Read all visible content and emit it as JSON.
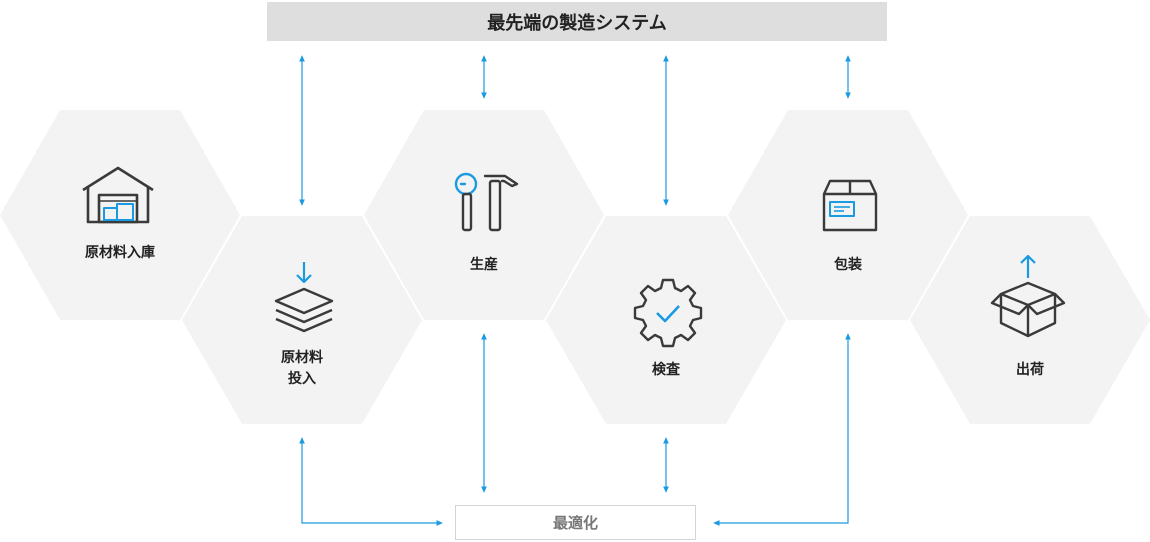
{
  "header": {
    "title": "最先端の製造システム"
  },
  "footer": {
    "label": "最適化"
  },
  "steps": [
    {
      "label": "原材料入庫",
      "icon": "warehouse-icon"
    },
    {
      "label": "原材料",
      "label2": "投入",
      "icon": "layers-down-icon"
    },
    {
      "label": "生産",
      "icon": "tools-icon"
    },
    {
      "label": "検査",
      "icon": "gear-check-icon"
    },
    {
      "label": "包装",
      "icon": "package-icon"
    },
    {
      "label": "出荷",
      "icon": "box-up-icon"
    }
  ],
  "colors": {
    "accent": "#1a9ae0",
    "hex_fill": "#f3f3f3",
    "header_bg": "#dedede",
    "icon_dark": "#3a3a3a"
  }
}
